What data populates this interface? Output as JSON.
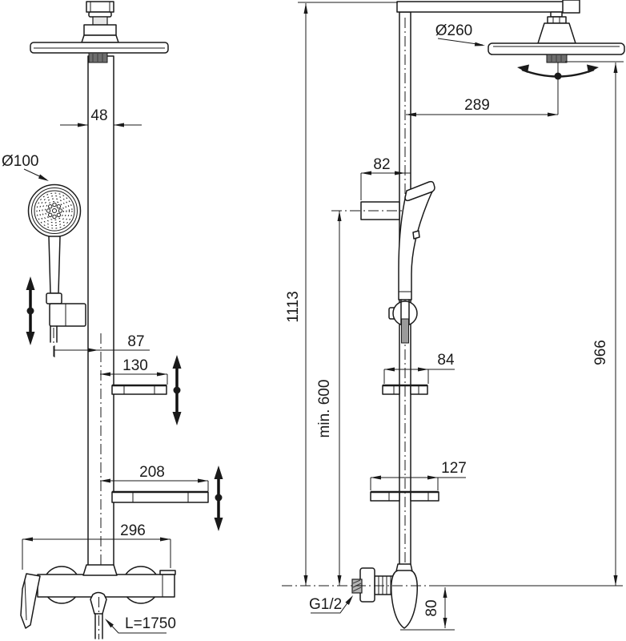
{
  "drawing_title": "shower-system-technical-drawing",
  "front_view": {
    "pipe_width": "48",
    "hand_shower_diameter": "Ø100",
    "hand_shower_offset": "87",
    "shelf_small_width": "130",
    "shelf_large_width": "208",
    "mixer_width": "296",
    "hose_length": "L=1750"
  },
  "side_view": {
    "head_diameter": "Ø260",
    "head_reach": "289",
    "holder_depth": "82",
    "total_height": "1113",
    "min_height": "min. 600",
    "shelf_small_depth": "84",
    "head_height": "966",
    "shelf_large_depth": "127",
    "connection_thread": "G1/2",
    "mixer_drop": "80"
  },
  "colors": {
    "line": "#1a1a1a",
    "knurl_fill": "#6e6e6e",
    "hose_fill": "#9a9a9a",
    "background": "#ffffff"
  }
}
